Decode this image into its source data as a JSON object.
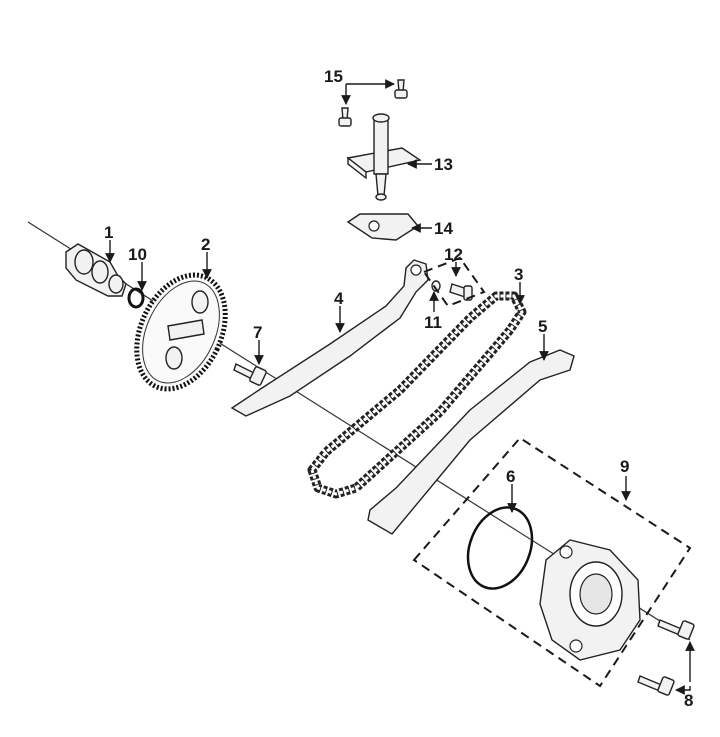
{
  "callouts": {
    "c1": "1",
    "c2": "2",
    "c3": "3",
    "c4": "4",
    "c5": "5",
    "c6": "6",
    "c7": "7",
    "c8": "8",
    "c9": "9",
    "c10": "10",
    "c11": "11",
    "c12": "12",
    "c13": "13",
    "c14": "14",
    "c15": "15"
  },
  "colors": {
    "ink": "#1a1a1a",
    "part_fill": "#f2f2f2",
    "background": "#ffffff"
  }
}
